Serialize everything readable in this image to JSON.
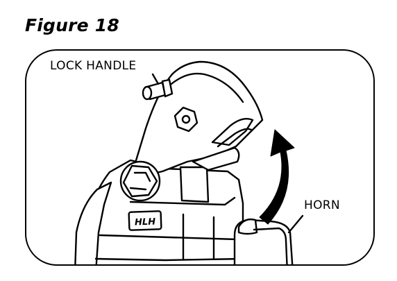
{
  "figure": {
    "title": "Figure 18"
  },
  "callouts": {
    "lock_handle": "LOCK HANDLE",
    "horn": "HORN"
  },
  "plate": {
    "text": "HLH"
  },
  "colors": {
    "ink": "#000000",
    "paper": "#ffffff"
  },
  "icons": {
    "arrow": "curved-arrow-up"
  }
}
